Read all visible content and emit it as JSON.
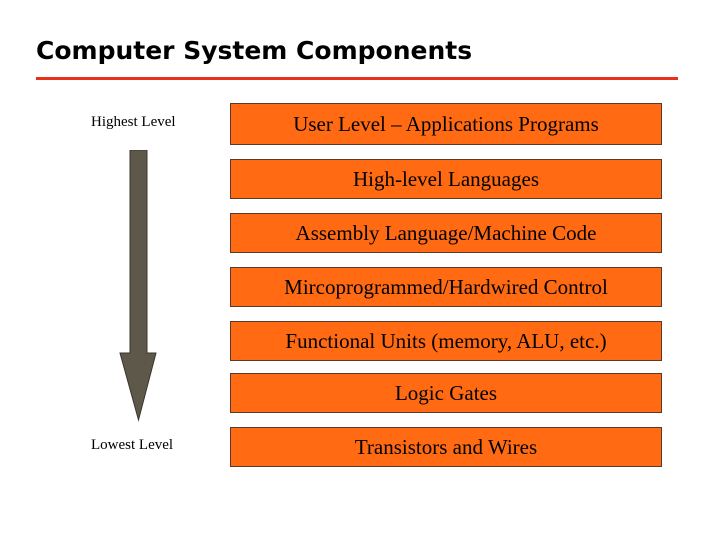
{
  "title": "Computer System Components",
  "labels": {
    "highest": "Highest Level",
    "lowest": "Lowest Level"
  },
  "layers": [
    "User Level – Applications Programs",
    "High-level Languages",
    "Assembly Language/Machine Code",
    "Mircoprogrammed/Hardwired Control",
    "Functional Units (memory, ALU, etc.)",
    "Logic Gates",
    "Transistors and Wires"
  ],
  "colors": {
    "layer_fill": "#ff6a13",
    "title_rule": "#e8311a",
    "arrow_fill": "#5e584a"
  }
}
